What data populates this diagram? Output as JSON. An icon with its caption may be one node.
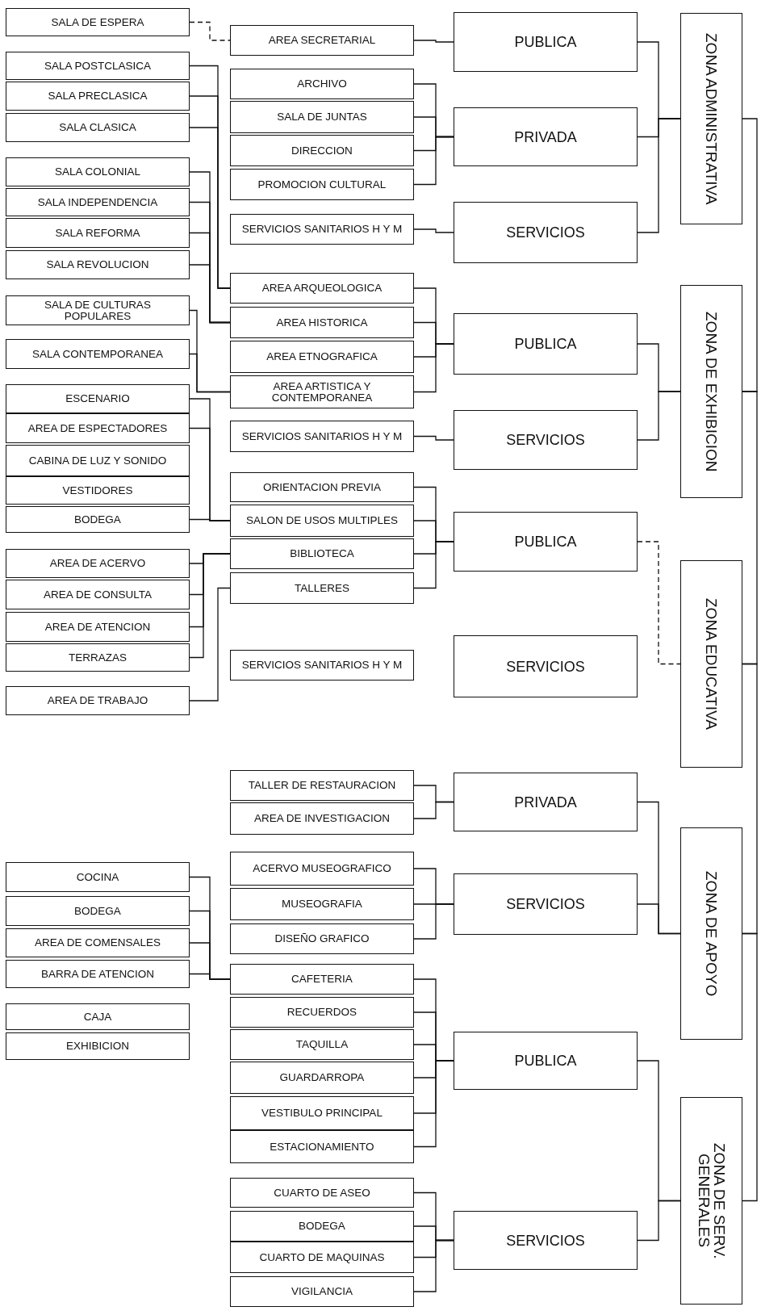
{
  "diagram": {
    "nodes": [
      {
        "text": [
          "SALA DE ESPERA"
        ]
      },
      {
        "text": [
          "SALA POSTCLASICA"
        ]
      },
      {
        "text": [
          "SALA PRECLASICA"
        ]
      },
      {
        "text": [
          "SALA CLASICA"
        ]
      },
      {
        "text": [
          "SALA COLONIAL"
        ]
      },
      {
        "text": [
          "SALA INDEPENDENCIA"
        ]
      },
      {
        "text": [
          "SALA REFORMA"
        ]
      },
      {
        "text": [
          "SALA REVOLUCION"
        ]
      },
      {
        "text": [
          "SALA DE CULTURAS POPULARES"
        ]
      },
      {
        "text": [
          "SALA CONTEMPORANEA"
        ]
      },
      {
        "text": [
          "ESCENARIO"
        ]
      },
      {
        "text": [
          "AREA DE ESPECTADORES"
        ]
      },
      {
        "text": [
          "CABINA DE LUZ Y SONIDO"
        ]
      },
      {
        "text": [
          "VESTIDORES"
        ]
      },
      {
        "text": [
          "BODEGA"
        ]
      },
      {
        "text": [
          "AREA DE ACERVO"
        ]
      },
      {
        "text": [
          "AREA DE CONSULTA"
        ]
      },
      {
        "text": [
          "AREA DE ATENCION"
        ]
      },
      {
        "text": [
          "TERRAZAS"
        ]
      },
      {
        "text": [
          "AREA DE TRABAJO"
        ]
      },
      {
        "text": [
          "COCINA"
        ]
      },
      {
        "text": [
          "BODEGA"
        ]
      },
      {
        "text": [
          "AREA DE COMENSALES"
        ]
      },
      {
        "text": [
          "BARRA DE ATENCION"
        ]
      },
      {
        "text": [
          "CAJA"
        ]
      },
      {
        "text": [
          "EXHIBICION"
        ]
      },
      {
        "text": [
          "AREA SECRETARIAL"
        ]
      },
      {
        "text": [
          "ARCHIVO"
        ]
      },
      {
        "text": [
          "SALA DE JUNTAS"
        ]
      },
      {
        "text": [
          "DIRECCION"
        ]
      },
      {
        "text": [
          "PROMOCION CULTURAL"
        ]
      },
      {
        "text": [
          "SERVICIOS SANITARIOS H Y M"
        ]
      },
      {
        "text": [
          "AREA ARQUEOLOGICA"
        ]
      },
      {
        "text": [
          "AREA HISTORICA"
        ]
      },
      {
        "text": [
          "AREA ETNOGRAFICA"
        ]
      },
      {
        "text": [
          "AREA ARTISTICA Y CONTEMPORANEA"
        ]
      },
      {
        "text": [
          "SERVICIOS SANITARIOS H Y M"
        ]
      },
      {
        "text": [
          "ORIENTACION PREVIA"
        ]
      },
      {
        "text": [
          "SALON DE USOS MULTIPLES"
        ]
      },
      {
        "text": [
          "BIBLIOTECA"
        ]
      },
      {
        "text": [
          "TALLERES"
        ]
      },
      {
        "text": [
          "SERVICIOS SANITARIOS H Y M"
        ]
      },
      {
        "text": [
          "TALLER DE RESTAURACION"
        ]
      },
      {
        "text": [
          "AREA DE INVESTIGACION"
        ]
      },
      {
        "text": [
          "ACERVO MUSEOGRAFICO"
        ]
      },
      {
        "text": [
          "MUSEOGRAFIA"
        ]
      },
      {
        "text": [
          "DISEÑO GRAFICO"
        ]
      },
      {
        "text": [
          "CAFETERIA"
        ]
      },
      {
        "text": [
          "RECUERDOS"
        ]
      },
      {
        "text": [
          "TAQUILLA"
        ]
      },
      {
        "text": [
          "GUARDARROPA"
        ]
      },
      {
        "text": [
          "VESTIBULO PRINCIPAL"
        ]
      },
      {
        "text": [
          "ESTACIONAMIENTO"
        ]
      },
      {
        "text": [
          "CUARTO DE ASEO"
        ]
      },
      {
        "text": [
          "BODEGA"
        ]
      },
      {
        "text": [
          "CUARTO DE MAQUINAS"
        ]
      },
      {
        "text": [
          "VIGILANCIA"
        ]
      },
      {
        "text": [
          "PUBLICA"
        ]
      },
      {
        "text": [
          "PRIVADA"
        ]
      },
      {
        "text": [
          "SERVICIOS"
        ]
      },
      {
        "text": [
          "PUBLICA"
        ]
      },
      {
        "text": [
          "SERVICIOS"
        ]
      },
      {
        "text": [
          "PUBLICA"
        ]
      },
      {
        "text": [
          "SERVICIOS"
        ]
      },
      {
        "text": [
          "PRIVADA"
        ]
      },
      {
        "text": [
          "SERVICIOS"
        ]
      },
      {
        "text": [
          "PUBLICA"
        ]
      },
      {
        "text": [
          "SERVICIOS"
        ]
      },
      {
        "text": [
          "ZONA ADMINISTRATIVA"
        ]
      },
      {
        "text": [
          "ZONA DE EXHIBICION"
        ]
      },
      {
        "text": [
          "ZONA EDUCATIVA"
        ]
      },
      {
        "text": [
          "ZONA DE APOYO"
        ]
      },
      {
        "text": [
          "ZONA DE SERV. GENERALES"
        ]
      }
    ],
    "edges": [
      {
        "from": 0,
        "to": 26,
        "arrow": "none",
        "style": "dashed"
      },
      {
        "from": 1,
        "to": 32,
        "arrow": "none"
      },
      {
        "from": 2,
        "to": 32,
        "arrow": "none"
      },
      {
        "from": 3,
        "to": 32,
        "arrow": "none"
      },
      {
        "from": 4,
        "to": 33,
        "arrow": "none"
      },
      {
        "from": 5,
        "to": 33,
        "arrow": "none"
      },
      {
        "from": 6,
        "to": 33,
        "arrow": "none"
      },
      {
        "from": 7,
        "to": 33,
        "arrow": "none"
      },
      {
        "from": 8,
        "to": 35,
        "arrow": "none"
      },
      {
        "from": 9,
        "to": 35,
        "arrow": "none"
      },
      {
        "from": 10,
        "to": 38,
        "arrow": "none"
      },
      {
        "from": 11,
        "to": 38,
        "arrow": "none"
      },
      {
        "from": 14,
        "to": 38,
        "arrow": "none"
      },
      {
        "from": 15,
        "to": 39,
        "arrow": "none"
      },
      {
        "from": 16,
        "to": 39,
        "arrow": "none"
      },
      {
        "from": 17,
        "to": 39,
        "arrow": "none"
      },
      {
        "from": 18,
        "to": 39,
        "arrow": "none"
      },
      {
        "from": 19,
        "to": 40,
        "arrow": "none"
      },
      {
        "from": 20,
        "to": 47,
        "arrow": "none"
      },
      {
        "from": 21,
        "to": 47,
        "arrow": "none"
      },
      {
        "from": 22,
        "to": 47,
        "arrow": "none"
      },
      {
        "from": 23,
        "to": 47,
        "arrow": "none"
      },
      {
        "from": 26,
        "to": 57,
        "arrow": "none"
      },
      {
        "from": 27,
        "to": 58,
        "arrow": "none"
      },
      {
        "from": 28,
        "to": 58,
        "arrow": "none"
      },
      {
        "from": 29,
        "to": 58,
        "arrow": "none"
      },
      {
        "from": 30,
        "to": 58,
        "arrow": "none"
      },
      {
        "from": 31,
        "to": 59,
        "arrow": "none"
      },
      {
        "from": 32,
        "to": 60,
        "arrow": "none"
      },
      {
        "from": 33,
        "to": 60,
        "arrow": "none"
      },
      {
        "from": 34,
        "to": 60,
        "arrow": "none"
      },
      {
        "from": 35,
        "to": 60,
        "arrow": "none"
      },
      {
        "from": 36,
        "to": 61,
        "arrow": "none"
      },
      {
        "from": 37,
        "to": 62,
        "arrow": "none"
      },
      {
        "from": 38,
        "to": 62,
        "arrow": "none"
      },
      {
        "from": 39,
        "to": 62,
        "arrow": "none"
      },
      {
        "from": 40,
        "to": 62,
        "arrow": "none"
      },
      {
        "from": 42,
        "to": 64,
        "arrow": "none"
      },
      {
        "from": 43,
        "to": 64,
        "arrow": "none"
      },
      {
        "from": 44,
        "to": 65,
        "arrow": "none"
      },
      {
        "from": 45,
        "to": 65,
        "arrow": "none"
      },
      {
        "from": 46,
        "to": 65,
        "arrow": "none"
      },
      {
        "from": 47,
        "to": 66,
        "arrow": "none"
      },
      {
        "from": 48,
        "to": 66,
        "arrow": "none"
      },
      {
        "from": 49,
        "to": 66,
        "arrow": "none"
      },
      {
        "from": 50,
        "to": 66,
        "arrow": "none"
      },
      {
        "from": 51,
        "to": 66,
        "arrow": "none"
      },
      {
        "from": 52,
        "to": 66,
        "arrow": "none"
      },
      {
        "from": 53,
        "to": 67,
        "arrow": "none"
      },
      {
        "from": 54,
        "to": 67,
        "arrow": "none"
      },
      {
        "from": 55,
        "to": 67,
        "arrow": "none"
      },
      {
        "from": 56,
        "to": 67,
        "arrow": "none"
      },
      {
        "from": 57,
        "to": 68,
        "arrow": "none"
      },
      {
        "from": 58,
        "to": 68,
        "arrow": "none"
      },
      {
        "from": 59,
        "to": 68,
        "arrow": "none"
      },
      {
        "from": 60,
        "to": 69,
        "arrow": "none"
      },
      {
        "from": 61,
        "to": 69,
        "arrow": "none"
      },
      {
        "from": 62,
        "to": 70,
        "arrow": "none",
        "style": "dashed"
      },
      {
        "from": 64,
        "to": 71,
        "arrow": "none"
      },
      {
        "from": 65,
        "to": 71,
        "arrow": "none"
      },
      {
        "from": 66,
        "to": 72,
        "arrow": "none"
      },
      {
        "from": 67,
        "to": 72,
        "arrow": "none"
      },
      {
        "from": 68,
        "to": 69,
        "arrow": "none"
      },
      {
        "from": 69,
        "to": 70,
        "arrow": "none"
      },
      {
        "from": 70,
        "to": 71,
        "arrow": "none"
      },
      {
        "from": 71,
        "to": 72,
        "arrow": "none"
      }
    ]
  }
}
